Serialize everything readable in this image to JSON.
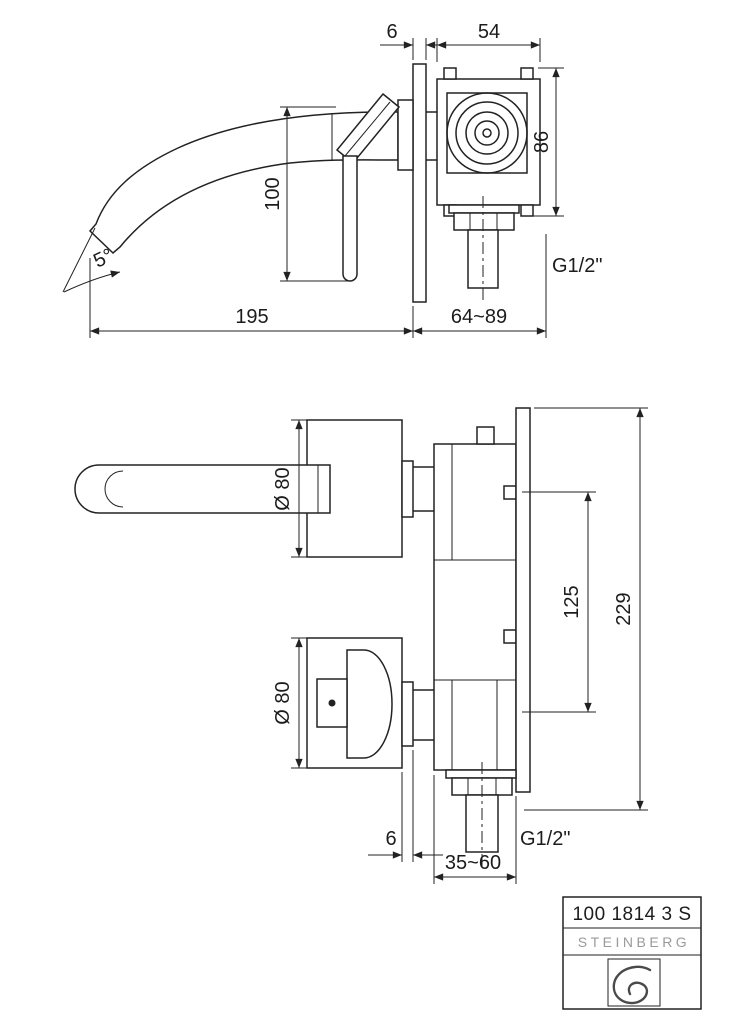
{
  "top_view": {
    "dim_plate_thickness": "6",
    "dim_body_width": "54",
    "dim_body_height": "86",
    "dim_handle_height": "100",
    "thread_label": "G1/2\"",
    "dim_spout_reach": "195",
    "dim_wall_depth": "64~89",
    "spout_angle": "5°"
  },
  "front_view": {
    "dia_spout_escutcheon": "Ø 80",
    "dia_handle_escutcheon": "Ø 80",
    "dim_center_distance": "125",
    "dim_total_height": "229",
    "dim_plate_gap": "6",
    "thread_label": "G1/2\"",
    "dim_wall_depth": "35~60"
  },
  "title_block": {
    "model": "100 1814 3 S",
    "brand": "STEINBERG"
  },
  "colors": {
    "line": "#222222",
    "brand_gray": "#9a9a9a"
  }
}
